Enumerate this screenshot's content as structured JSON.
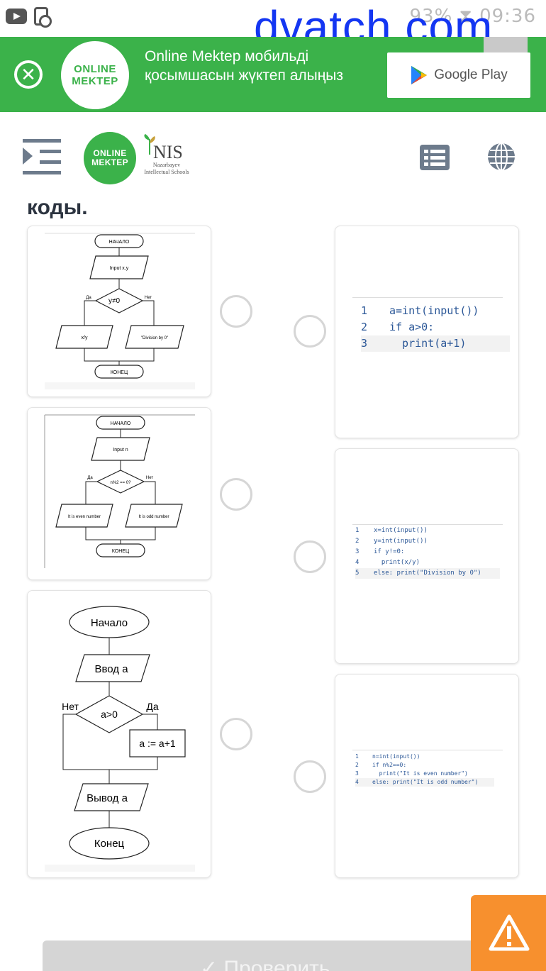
{
  "status_bar": {
    "right_text": "93% ⧗ 09:36"
  },
  "watermark": "dvatch.com",
  "banner": {
    "logo_line1": "ONLINE",
    "logo_line2": "MEKTEP",
    "promo_text": "Online Mektep мобильді қосымшасын жүктеп алыңыз",
    "store_label": "Google Play"
  },
  "header": {
    "logo_line1": "ONLINE",
    "logo_line2": "MEKTEP",
    "nis_abbr": "NIS",
    "nis_sub": "Nazarbayev Intellectual Schools"
  },
  "page": {
    "title": "коды."
  },
  "flowcharts": [
    {
      "start": "НАЧАЛО",
      "input": "Input  x,y",
      "condition": "y≠0",
      "yes": "Да",
      "no": "Нет",
      "left_out": "x/y",
      "right_out": "\"Division by 0\"",
      "end": "КОНЕЦ"
    },
    {
      "start": "НАЧАЛО",
      "input": "Input n",
      "condition": "n%2 == 0?",
      "yes": "Да",
      "no": "Нет",
      "left_out": "It is even number",
      "right_out": "It is odd number",
      "end": "КОНЕЦ"
    },
    {
      "start": "Начало",
      "input": "Ввод a",
      "condition": "a>0",
      "yes": "Да",
      "no": "Нет",
      "process": "a := a+1",
      "output": "Вывод a",
      "end": "Конец"
    }
  ],
  "code_snippets": [
    {
      "lines": [
        {
          "n": "1",
          "code": "a=int(input())"
        },
        {
          "n": "2",
          "code": "if a>0:"
        },
        {
          "n": "3",
          "code": "  print(a+1)"
        }
      ]
    },
    {
      "lines": [
        {
          "n": "1",
          "code": "x=int(input())"
        },
        {
          "n": "2",
          "code": "y=int(input())"
        },
        {
          "n": "3",
          "code": "if y!=0:"
        },
        {
          "n": "4",
          "code": "  print(x/y)"
        },
        {
          "n": "5",
          "code": "else: print(\"Division by 0\")"
        }
      ]
    },
    {
      "lines": [
        {
          "n": "1",
          "code": "n=int(input())"
        },
        {
          "n": "2",
          "code": "if n%2==0:"
        },
        {
          "n": "3",
          "code": "  print(\"It is even number\")"
        },
        {
          "n": "4",
          "code": "else: print(\"It is odd number\")"
        }
      ]
    }
  ],
  "bottom_button": {
    "label": "✓ Проверить"
  },
  "colors": {
    "brand_green": "#3bb24a",
    "alert_orange": "#f7902e",
    "icon_grey": "#6d7b8c"
  }
}
